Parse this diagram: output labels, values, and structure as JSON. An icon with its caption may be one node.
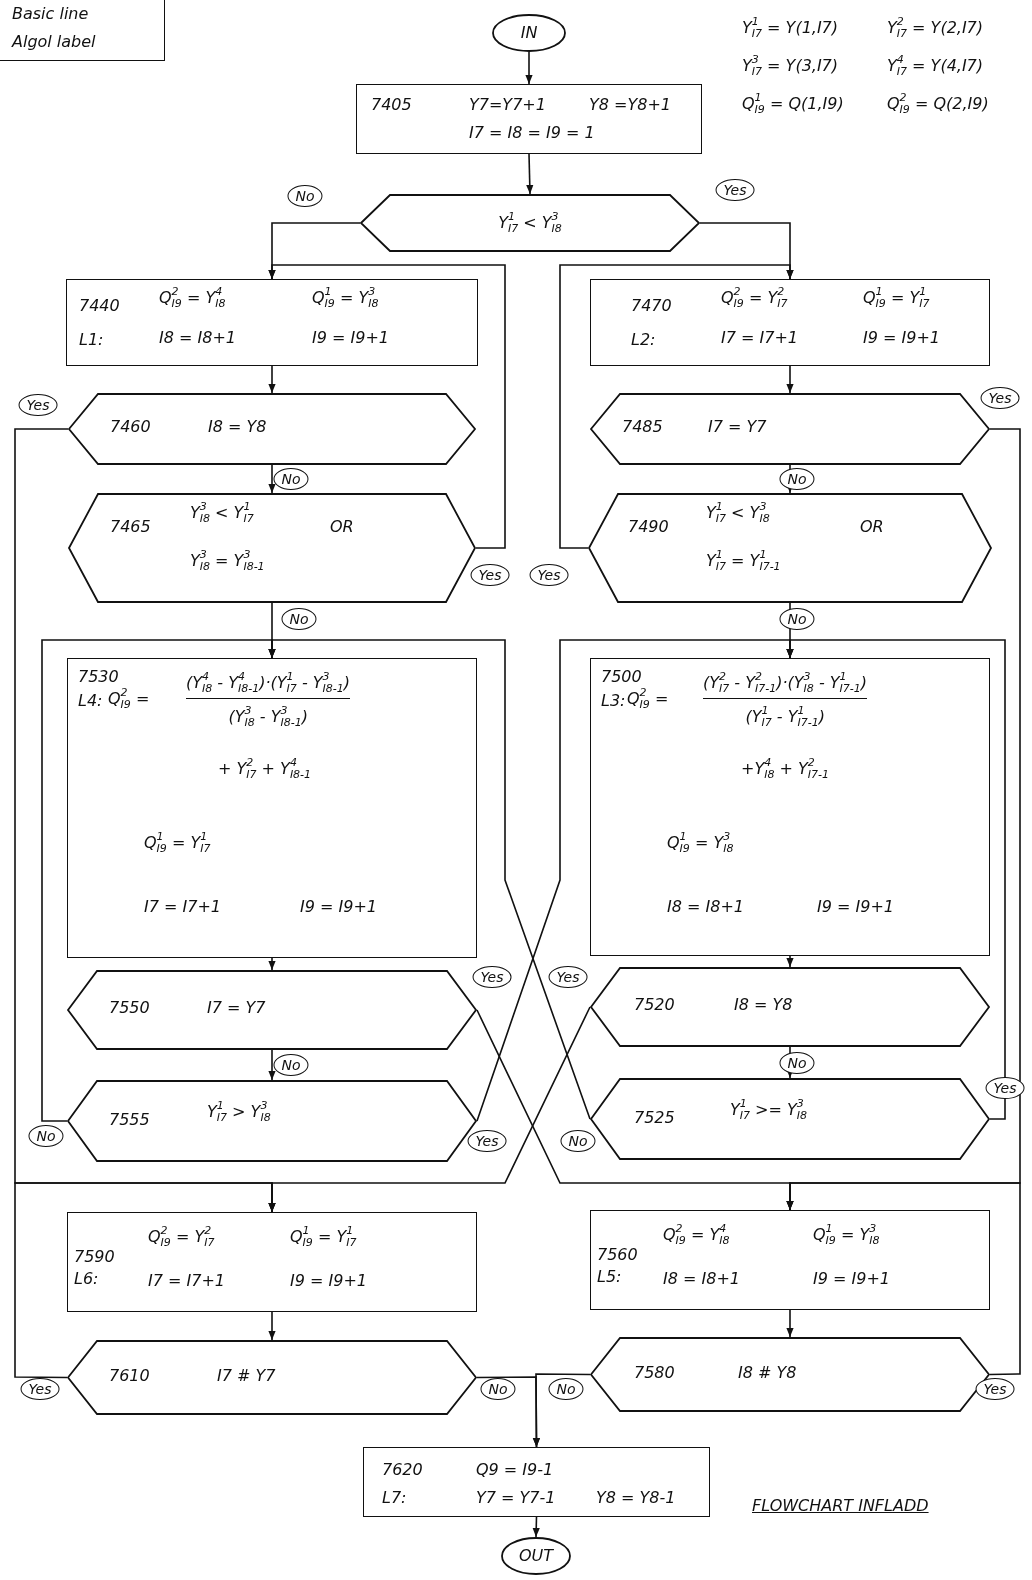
{
  "diagram": {
    "caption": "FLOWCHART INFLADD",
    "nodes": [
      {
        "text": [
          "IN"
        ]
      },
      {
        "text": [
          "7405",
          "Y7=Y7+1",
          "Y8 =Y8+1",
          "I7 = I8 = I9 = 1"
        ]
      },
      {
        "text": [
          "Y$^{1}$$_{I7}$ < Y$^{3}$$_{I8}$"
        ]
      },
      {
        "text": [
          "7440",
          "L1:",
          "Q$^{2}$$_{I9}$ = Y$^{4}$$_{I8}$",
          "Q$^{1}$$_{I9}$ = Y$^{3}$$_{I8}$",
          "I8 = I8+1",
          "I9 = I9+1"
        ]
      },
      {
        "text": [
          "7470",
          "L2:",
          "Q$^{2}$$_{I9}$ = Y$^{2}$$_{I7}$",
          "Q$^{1}$$_{I9}$ = Y$^{1}$$_{I7}$",
          "I7 = I7+1",
          "I9 = I9+1"
        ]
      },
      {
        "text": [
          "7460",
          "I8 = Y8"
        ]
      },
      {
        "text": [
          "7485",
          "I7 = Y7"
        ]
      },
      {
        "text": [
          "7465",
          "Y$^{3}$$_{I8}$ < Y$^{1}$$_{I7}$",
          "OR",
          "Y$^{3}$$_{I8}$ = Y$^{3}$$_{I8-1}$"
        ]
      },
      {
        "text": [
          "7490",
          "Y$^{1}$$_{I7}$ < Y$^{3}$$_{I8}$",
          "OR",
          "Y$^{1}$$_{I7}$ = Y$^{1}$$_{I7-1}$"
        ]
      },
      {
        "text": [
          "7530",
          "L4:",
          "Q$^{2}$$_{I9}$ =",
          "(Y$^{4}$$_{I8}$ - Y$^{4}$$_{I8-1}$)·(Y$^{1}$$_{I7}$ - Y$^{3}$$_{I8-1}$)",
          "(Y$^{3}$$_{I8}$ - Y$^{3}$$_{I8-1}$)",
          "+ Y$^{2}$$_{I7}$ + Y$^{4}$$_{I8-1}$",
          "Q$^{1}$$_{I9}$ = Y$^{1}$$_{I7}$",
          "I7 = I7+1",
          "I9 = I9+1"
        ]
      },
      {
        "text": [
          "7500",
          "L3:",
          "Q$^{2}$$_{I9}$ =",
          "(Y$^{2}$$_{I7}$ - Y$^{2}$$_{I7-1}$)·(Y$^{3}$$_{I8}$ - Y$^{1}$$_{I7-1}$)",
          "(Y$^{1}$$_{I7}$ - Y$^{1}$$_{I7-1}$)",
          "+Y$^{4}$$_{I8}$ + Y$^{2}$$_{I7-1}$",
          "Q$^{1}$$_{I9}$ = Y$^{3}$$_{I8}$",
          "I8 = I8+1",
          "I9 = I9+1"
        ]
      },
      {
        "text": [
          "7550",
          "I7 = Y7"
        ]
      },
      {
        "text": [
          "7520",
          "I8 = Y8"
        ]
      },
      {
        "text": [
          "7555",
          "Y$^{1}$$_{I7}$ > Y$^{3}$$_{I8}$"
        ]
      },
      {
        "text": [
          "7525",
          "Y$^{1}$$_{I7}$ >= Y$^{3}$$_{I8}$"
        ]
      },
      {
        "text": [
          "7590",
          "L6:",
          "Q$^{2}$$_{I9}$ = Y$^{2}$$_{I7}$",
          "Q$^{1}$$_{I9}$ = Y$^{1}$$_{I7}$",
          "I7 = I7+1",
          "I9 = I9+1"
        ]
      },
      {
        "text": [
          "7560",
          "L5:",
          "Q$^{2}$$_{I9}$ = Y$^{4}$$_{I8}$",
          "Q$^{1}$$_{I9}$ = Y$^{3}$$_{I8}$",
          "I8 = I8+1",
          "I9 = I9+1"
        ]
      },
      {
        "text": [
          "7610",
          "I7 # Y7"
        ]
      },
      {
        "text": [
          "7580",
          "I8 # Y8"
        ]
      },
      {
        "text": [
          "7620",
          "L7:",
          "Q9 = I9-1",
          "Y7 = Y7-1",
          "Y8 = Y8-1"
        ]
      },
      {
        "text": [
          "OUT"
        ]
      }
    ],
    "edges": [
      {
        "from": 0,
        "to": 1,
        "arrow": "to"
      },
      {
        "from": 1,
        "to": 2,
        "arrow": "to"
      },
      {
        "from": 2,
        "to": 3,
        "arrow": "to",
        "label": "No"
      },
      {
        "from": 2,
        "to": 4,
        "arrow": "to",
        "label": "Yes"
      },
      {
        "from": 3,
        "to": 5,
        "arrow": "to"
      },
      {
        "from": 4,
        "to": 6,
        "arrow": "to"
      },
      {
        "from": 5,
        "to": 7,
        "arrow": "to",
        "label": "No"
      },
      {
        "from": 6,
        "to": 8,
        "arrow": "to",
        "label": "No"
      },
      {
        "from": 5,
        "to": 15,
        "arrow": "to",
        "label": "Yes"
      },
      {
        "from": 6,
        "to": 16,
        "arrow": "to",
        "label": "Yes"
      },
      {
        "from": 7,
        "to": 9,
        "arrow": "to",
        "label": "No"
      },
      {
        "from": 7,
        "to": 3,
        "arrow": "to",
        "label": "Yes"
      },
      {
        "from": 8,
        "to": 10,
        "arrow": "to",
        "label": "No"
      },
      {
        "from": 8,
        "to": 4,
        "arrow": "to",
        "label": "Yes"
      },
      {
        "from": 9,
        "to": 11,
        "arrow": "to"
      },
      {
        "from": 10,
        "to": 12,
        "arrow": "to"
      },
      {
        "from": 11,
        "to": 13,
        "arrow": "to",
        "label": "No"
      },
      {
        "from": 12,
        "to": 14,
        "arrow": "to",
        "label": "No"
      },
      {
        "from": 11,
        "to": 16,
        "arrow": "to",
        "label": "Yes"
      },
      {
        "from": 13,
        "to": 9,
        "arrow": "to",
        "label": "No"
      },
      {
        "from": 13,
        "to": 10,
        "arrow": "to",
        "label": "Yes"
      },
      {
        "from": 12,
        "to": 15,
        "arrow": "to",
        "label": "Yes"
      },
      {
        "from": 14,
        "to": 9,
        "arrow": "to",
        "label": "No"
      },
      {
        "from": 14,
        "to": 10,
        "arrow": "to",
        "label": "Yes"
      },
      {
        "from": 15,
        "to": 17,
        "arrow": "to"
      },
      {
        "from": 16,
        "to": 18,
        "arrow": "to"
      },
      {
        "from": 17,
        "to": 15,
        "arrow": "to",
        "label": "Yes"
      },
      {
        "from": 18,
        "to": 16,
        "arrow": "to",
        "label": "Yes"
      },
      {
        "from": 17,
        "to": 19,
        "arrow": "to",
        "label": "No"
      },
      {
        "from": 18,
        "to": 19,
        "arrow": "to",
        "label": "No"
      },
      {
        "from": 19,
        "to": 20,
        "arrow": "to"
      }
    ],
    "labels": [
      "Basic line",
      "Algol label",
      "Y$^{1}$$_{I7}$ = Y(1,I7)",
      "Y$^{2}$$_{I7}$ = Y(2,I7)",
      "Y$^{3}$$_{I7}$ = Y(3,I7)",
      "Y$^{4}$$_{I7}$ = Y(4,I7)",
      "Q$^{1}$$_{I9}$ = Q(1,I9)",
      "Q$^{2}$$_{I9}$ = Q(2,I9)"
    ]
  }
}
